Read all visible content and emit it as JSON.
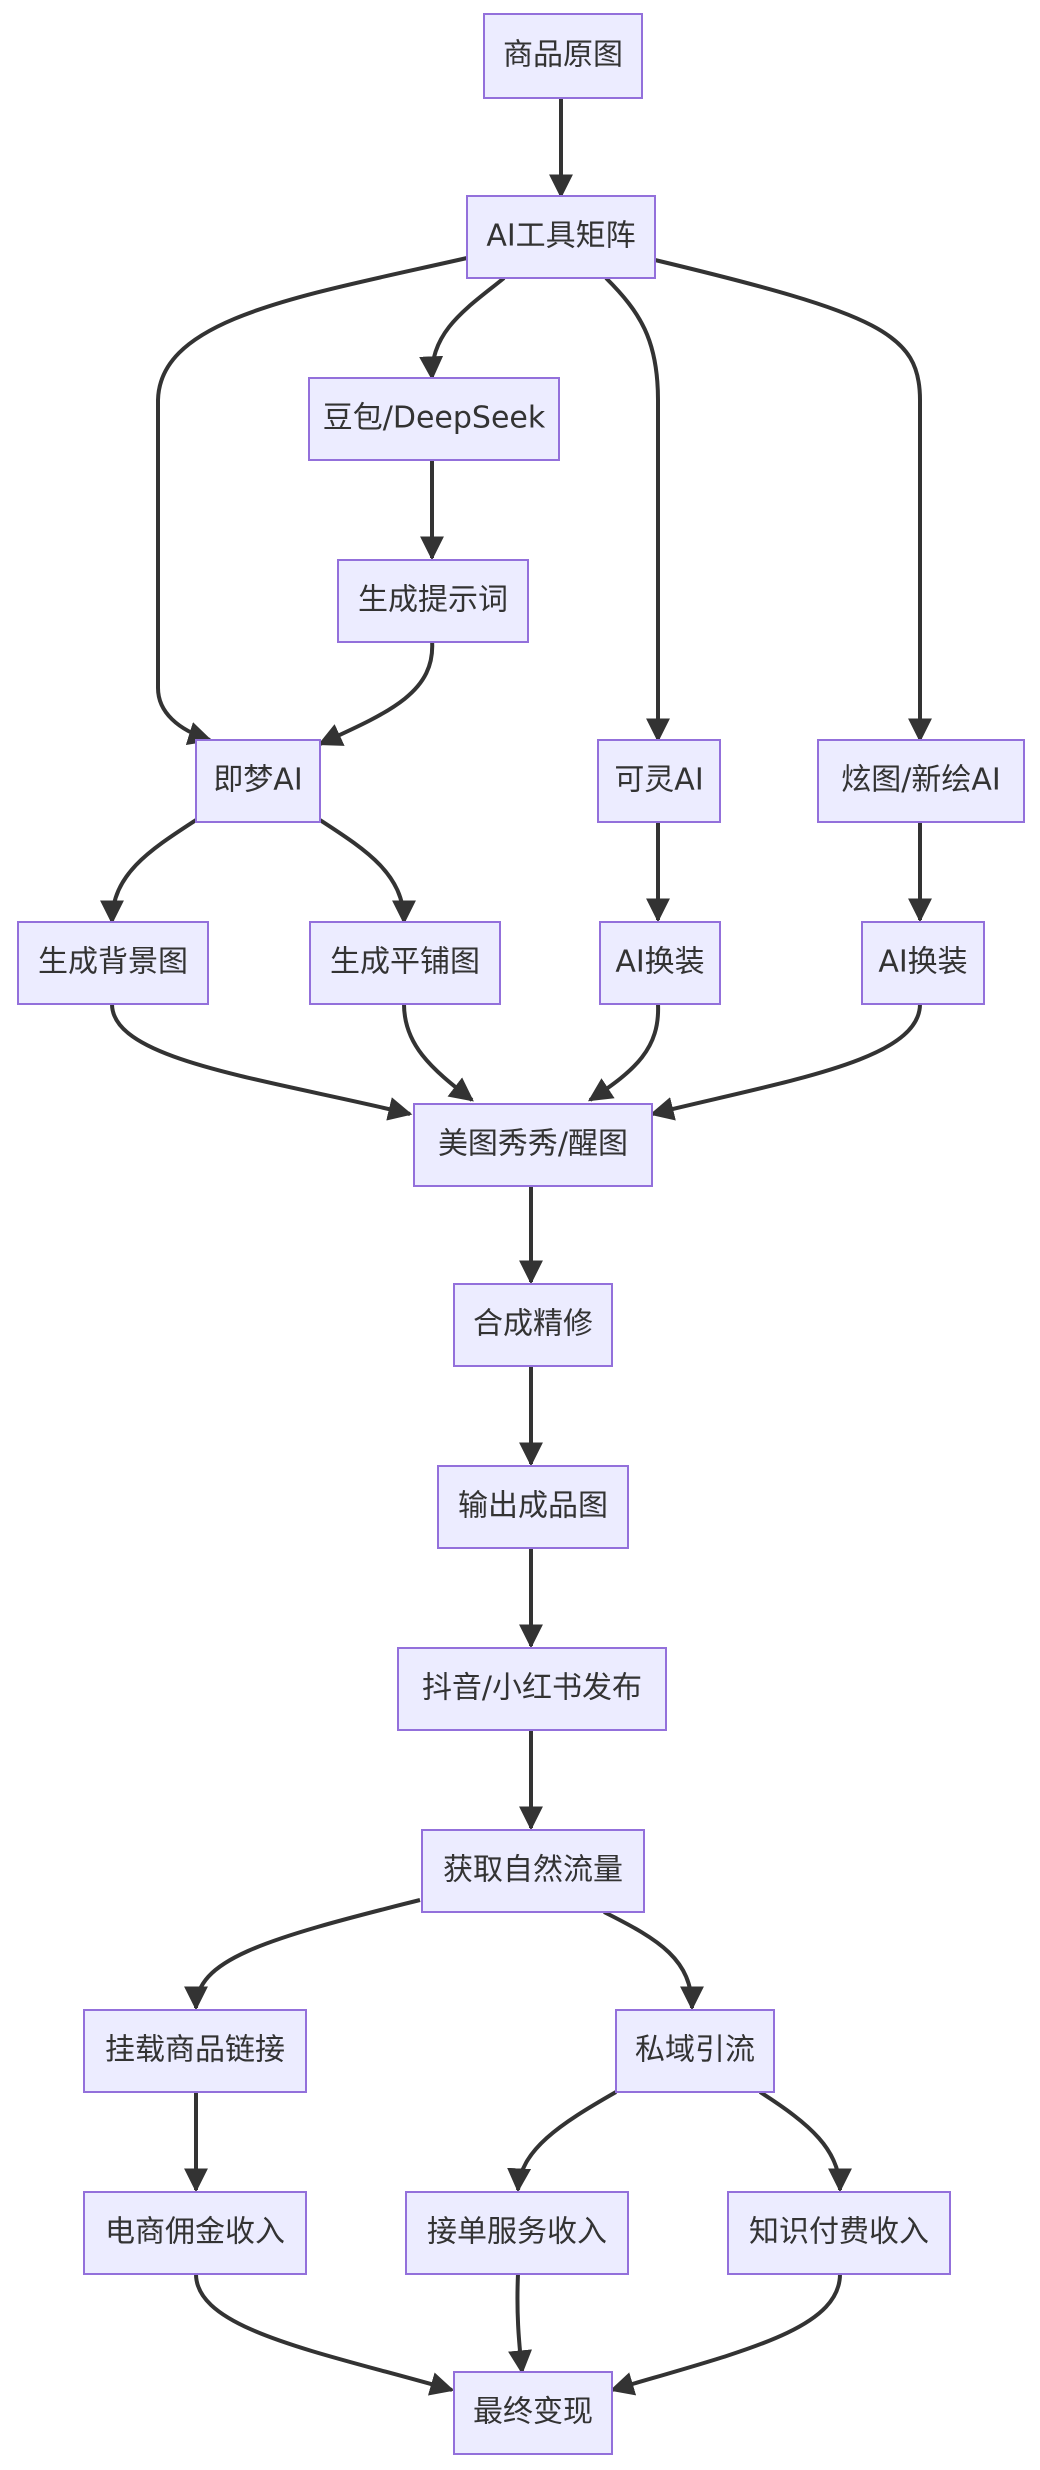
{
  "nodes": {
    "product_photo": "商品原图",
    "ai_tools": "AI工具矩阵",
    "doubao_deepseek": "豆包/DeepSeek",
    "prompt_gen": "生成提示词",
    "jimeng_ai": "即梦AI",
    "keling_ai": "可灵AI",
    "xuantu_xinhui": "炫图/新绘AI",
    "gen_background": "生成背景图",
    "gen_flatlay": "生成平铺图",
    "ai_swap_1": "AI换装",
    "ai_swap_2": "AI换装",
    "meitu_xingtu": "美图秀秀/醒图",
    "composite_retouch": "合成精修",
    "output_final": "输出成品图",
    "publish": "抖音/小红书发布",
    "organic_traffic": "获取自然流量",
    "product_link": "挂载商品链接",
    "private_traffic": "私域引流",
    "ecommerce_income": "电商佣金收入",
    "order_income": "接单服务收入",
    "knowledge_income": "知识付费收入",
    "final_monetize": "最终变现"
  },
  "colors": {
    "node_fill": "#ECECFF",
    "node_stroke": "#9370DB",
    "edge": "#333333",
    "text": "#333333"
  }
}
